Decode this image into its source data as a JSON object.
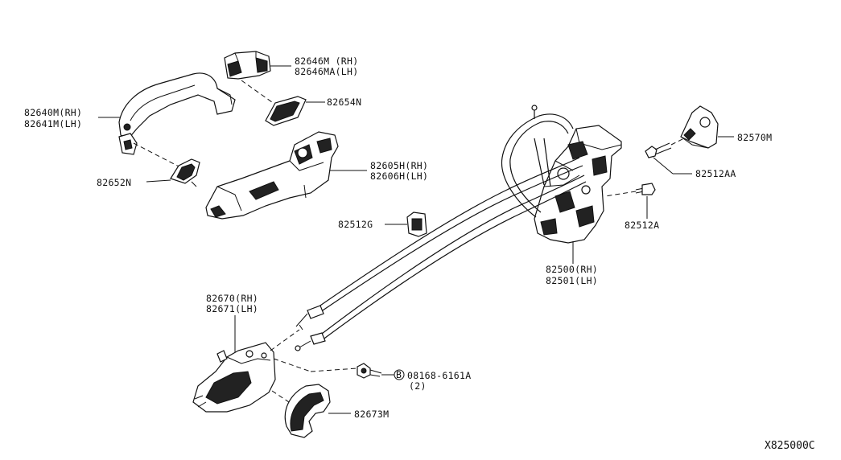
{
  "diagram": {
    "code": "X825000C",
    "labels": {
      "l82646": [
        "82646M (RH)",
        "82646MA(LH)"
      ],
      "l82654": [
        "82654N"
      ],
      "l82640": [
        "82640M(RH)",
        "82641M(LH)"
      ],
      "l82605": [
        "82605H(RH)",
        "82606H(LH)"
      ],
      "l82652": [
        "82652N"
      ],
      "l82570": [
        "82570M"
      ],
      "l82512AA": [
        "82512AA"
      ],
      "l82512A": [
        "82512A"
      ],
      "l82512G": [
        "82512G"
      ],
      "l82500": [
        "82500(RH)",
        "82501(LH)"
      ],
      "l82670": [
        "82670(RH)",
        "82671(LH)"
      ],
      "l08168": [
        "08168-6161A",
        "(2)"
      ],
      "l08168_badge": "B",
      "l82673": [
        "82673M"
      ]
    }
  }
}
